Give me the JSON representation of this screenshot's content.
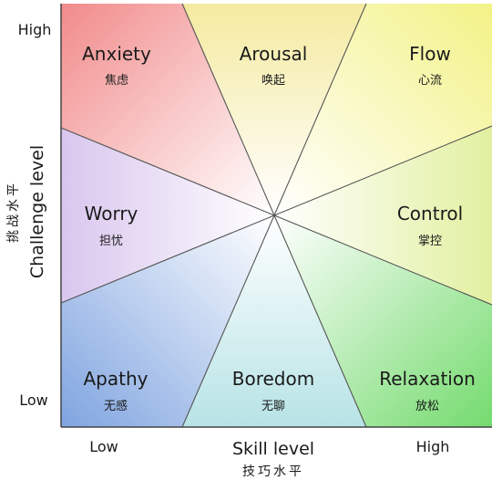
{
  "colors": {
    "anxiety": "#f28b8b",
    "arousal": "#f5eaa0",
    "flow": "#f3f286",
    "worry": "#d9c6ee",
    "control": "#e1f0a0",
    "apathy": "#7fa4e0",
    "boredom": "#b7e3e6",
    "relaxation": "#74db6e",
    "center": "#ffffff",
    "axis": "#444444",
    "divider": "#555555"
  },
  "regions": [
    {
      "id": "anxiety",
      "label_en": "Anxiety",
      "label_zh": "焦虑"
    },
    {
      "id": "arousal",
      "label_en": "Arousal",
      "label_zh": "唤起"
    },
    {
      "id": "flow",
      "label_en": "Flow",
      "label_zh": "心流"
    },
    {
      "id": "worry",
      "label_en": "Worry",
      "label_zh": "担忧"
    },
    {
      "id": "control",
      "label_en": "Control",
      "label_zh": "掌控"
    },
    {
      "id": "apathy",
      "label_en": "Apathy",
      "label_zh": "无感"
    },
    {
      "id": "boredom",
      "label_en": "Boredom",
      "label_zh": "无聊"
    },
    {
      "id": "relaxation",
      "label_en": "Relaxation",
      "label_zh": "放松"
    }
  ],
  "y_axis": {
    "title_en": "Challenge level",
    "title_zh": "挑战水平",
    "high": "High",
    "low": "Low"
  },
  "x_axis": {
    "title_en": "Skill level",
    "title_zh": "技巧水平",
    "low": "Low",
    "high": "High"
  }
}
